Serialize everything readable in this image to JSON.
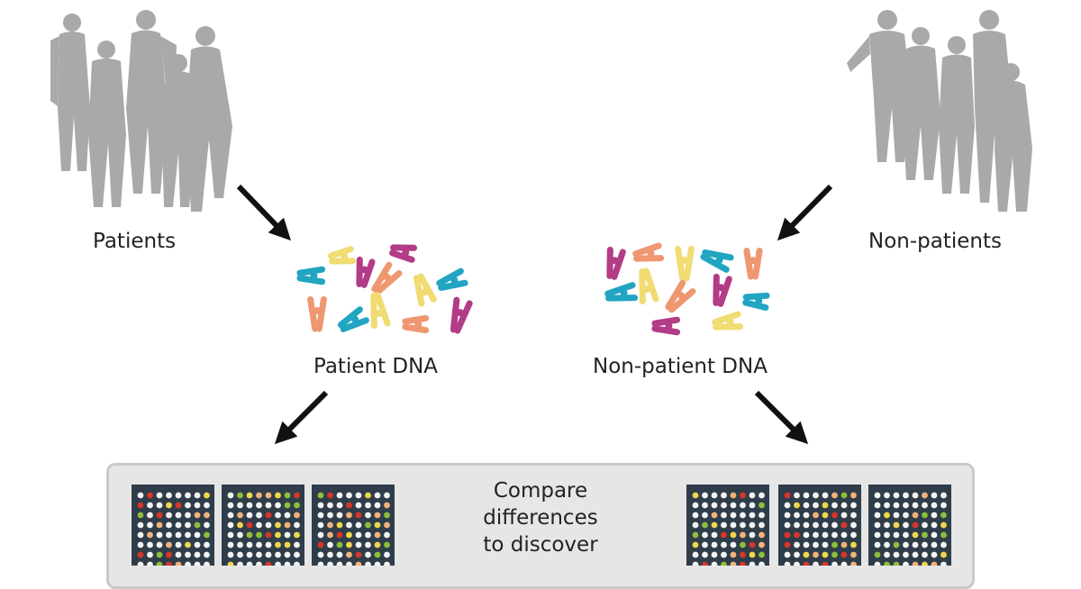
{
  "labels": {
    "patients": "Patients",
    "non_patients": "Non-patients",
    "patient_dna": "Patient DNA",
    "non_patient_dna": "Non-patient DNA"
  },
  "compare_lines": [
    "Compare",
    "differences",
    "to discover"
  ],
  "colors": {
    "silhouette": "#a9a9a9",
    "arrow": "#111111",
    "panel_bg": "#e6e6e6",
    "panel_border": "#c9c9c9",
    "chip_bg": "#2f3d4a",
    "dot_white": "#f4f4f4",
    "dot_red": "#d9362b",
    "dot_green": "#8dbf3a",
    "dot_yellow": "#f0d84a",
    "dot_peach": "#f2b27a",
    "chromosome_teal": "#22a5c2",
    "chromosome_magenta": "#b33c86",
    "chromosome_salmon": "#ee9770",
    "chromosome_yellow": "#f1dc73"
  },
  "icons": [
    "people-silhouette-icon",
    "arrow-icon",
    "chromosome-icon",
    "microarray-chip-icon"
  ]
}
